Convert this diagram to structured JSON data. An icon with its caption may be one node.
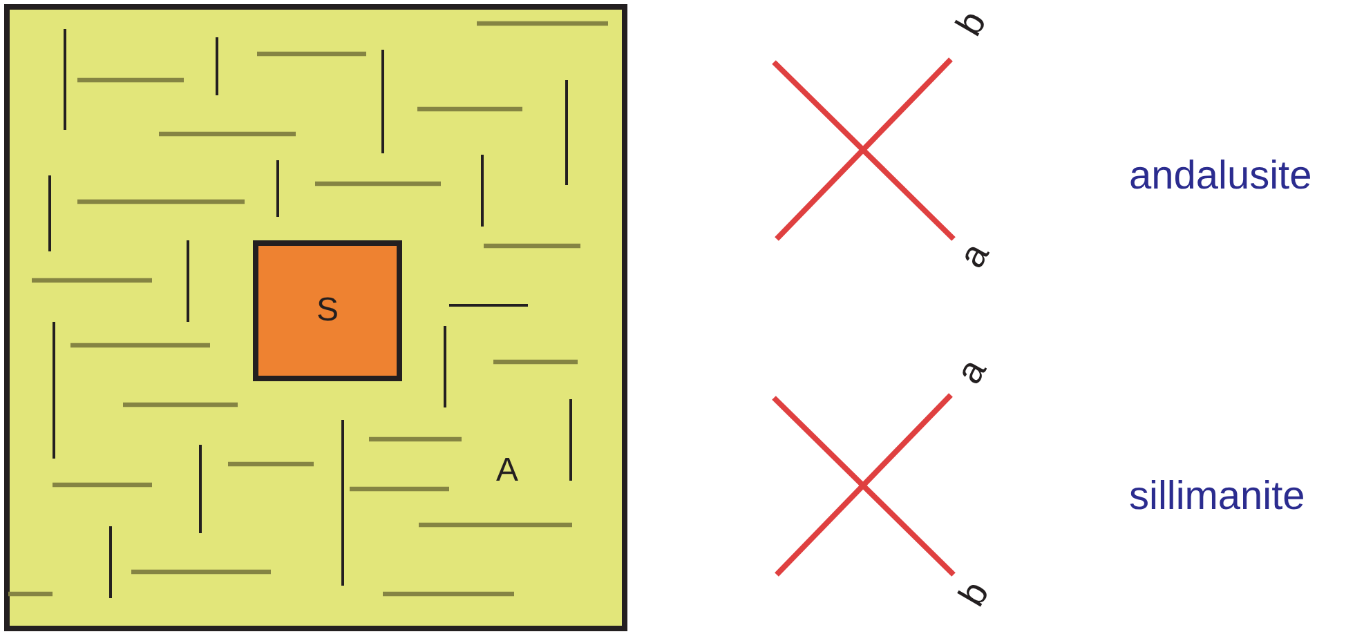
{
  "diagram": {
    "nodes": [
      {
        "text": [
          "A"
        ]
      },
      {
        "text": [
          "S"
        ],
        "in": 0
      }
    ],
    "labels": [
      "b",
      "andalusite",
      "a",
      "a",
      "sillimanite",
      "b"
    ]
  }
}
